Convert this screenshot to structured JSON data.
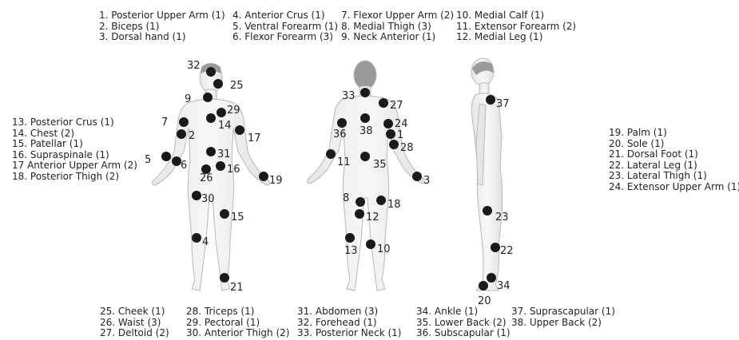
{
  "legend_groups": [
    {
      "items": [
        "1. Posterior Upper Arm (1)",
        "2. Biceps (1)",
        "3. Dorsal hand (1)"
      ]
    },
    {
      "items": [
        "4. Anterior Crus (1)",
        "5. Ventral Forearm (1)",
        "6. Flexor Forearm (3)"
      ]
    },
    {
      "items": [
        "7. Flexor Upper Arm (2)",
        "8. Medial Thigh (3)",
        "9. Neck Anterior (1)"
      ]
    },
    {
      "items": [
        "10. Medial Calf (1)",
        "11. Extensor Forearm (2)",
        "12. Medial Leg (1)"
      ]
    },
    {
      "items": [
        "13. Posterior Crus (1)",
        "14. Chest (2)",
        "15. Patellar (1)",
        "16. Supraspinale (1)",
        "17 Anterior Upper Arm (2)",
        "18. Posterior Thigh (2)"
      ]
    },
    {
      "items": [
        "19. Palm (1)",
        "20. Sole (1)",
        "21. Dorsal Foot (1)",
        "22. Lateral Leg (1)",
        "23. Lateral Thigh (1)",
        "24. Extensor Upper Arm (1)"
      ]
    },
    {
      "items": [
        "25. Cheek (1)",
        "26. Waist (3)",
        "27. Deltoid (2)"
      ]
    },
    {
      "items": [
        "28. Triceps (1)",
        "29. Pectoral (1)",
        "30. Anterior Thigh (2)"
      ]
    },
    {
      "items": [
        "31. Abdomen (3)",
        "32. Forehead (1)",
        "33. Posterior Neck (1)"
      ]
    },
    {
      "items": [
        "34. Ankle (1)",
        "35. Lower Back (2)",
        "36. Subscapular (1)"
      ]
    },
    {
      "items": [
        "37. Suprascapular (1)",
        "38. Upper Back (2)"
      ]
    }
  ],
  "point_labels": {
    "front": [
      "32",
      "25",
      "9",
      "29",
      "7",
      "14",
      "2",
      "17",
      "5",
      "31",
      "6",
      "16",
      "26",
      "19",
      "30",
      "15",
      "4",
      "21"
    ],
    "back": [
      "33",
      "27",
      "36",
      "38",
      "24",
      "1",
      "28",
      "11",
      "35",
      "3",
      "8",
      "18",
      "12",
      "13",
      "10"
    ],
    "side": [
      "37",
      "23",
      "22",
      "34",
      "20"
    ]
  },
  "colors": {
    "dot": "#1a1a1a",
    "body_light": "#f0f0f0",
    "body_stroke": "#b8b8b8",
    "hair": "#9a9a9a"
  }
}
